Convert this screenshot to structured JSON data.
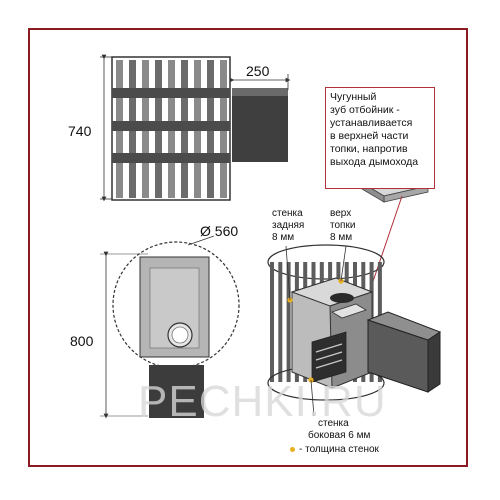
{
  "dimensions": {
    "height_top": "740",
    "chimney_length": "250",
    "diameter": "Ø 560",
    "height_bottom": "800"
  },
  "callout": {
    "lines": [
      "Чугунный",
      "зуб отбойник -",
      "устанавливается",
      "в верхней части",
      "топки, напротив",
      "выхода дымохода"
    ]
  },
  "labels": {
    "back_wall": [
      "стенка",
      "задняя",
      "8 мм"
    ],
    "top": [
      "верх",
      "топки",
      "8 мм"
    ],
    "side_wall": [
      "стенка",
      "боковая 6 мм"
    ]
  },
  "legend": {
    "text": "- толщина стенок"
  },
  "watermark": "PECHKI.RU",
  "colors": {
    "frame": "#8b1a22",
    "callout_border": "#b1303a",
    "legend_dot": "#e8b021",
    "steel_dark": "#4a4a4a",
    "steel_light": "#9a9a9a"
  }
}
